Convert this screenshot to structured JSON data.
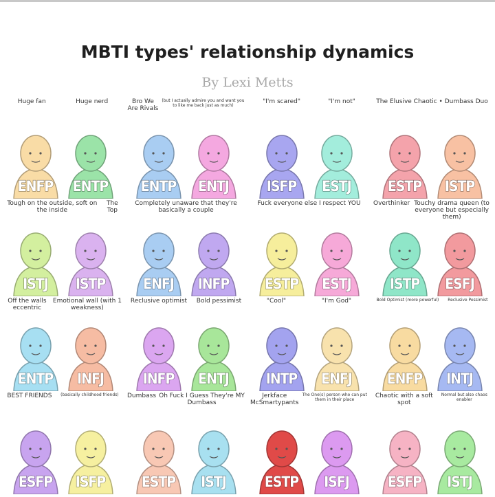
{
  "title": "MBTI types' relationship dynamics",
  "byline": "By Lexi Metts",
  "panels": [
    {
      "captions": [
        {
          "text": "Huge fan"
        },
        {
          "text": "Huge nerd"
        }
      ],
      "characters": [
        {
          "type": "ENFP",
          "color": "#f9dca6"
        },
        {
          "type": "ENTP",
          "color": "#9be3a8"
        }
      ]
    },
    {
      "captions": [
        {
          "text": "Bro We Are Rivals"
        },
        {
          "text": "(but I actually admire you and want you to like me back just as much)",
          "small": true
        }
      ],
      "characters": [
        {
          "type": "ENTP",
          "color": "#a9cdf2"
        },
        {
          "type": "ENTJ",
          "color": "#f4a8e0"
        }
      ]
    },
    {
      "captions": [
        {
          "text": "\"I'm scared\""
        },
        {
          "text": "\"I'm not\""
        }
      ],
      "characters": [
        {
          "type": "ISFP",
          "color": "#a8a6f0"
        },
        {
          "type": "ESTJ",
          "color": "#a3eddc"
        }
      ]
    },
    {
      "captions": [
        {
          "text": "The Elusive Chaotic • Dumbass Duo"
        }
      ],
      "characters": [
        {
          "type": "ESTP",
          "color": "#f4a3ab"
        },
        {
          "type": "ISTP",
          "color": "#f8c1a3"
        }
      ]
    },
    {
      "captions": [
        {
          "text": "Tough on the outside, soft on the inside"
        },
        {
          "text": "The Top"
        }
      ],
      "characters": [
        {
          "type": "ISTJ",
          "color": "#d3ef9f"
        },
        {
          "type": "ISTP",
          "color": "#dab2ef"
        }
      ]
    },
    {
      "captions": [
        {
          "text": "Completely unaware that they're basically a couple"
        }
      ],
      "characters": [
        {
          "type": "ENFJ",
          "color": "#a9cdf2"
        },
        {
          "type": "INFP",
          "color": "#c0a8f0"
        }
      ]
    },
    {
      "captions": [
        {
          "text": "Fuck everyone else I respect YOU"
        }
      ],
      "characters": [
        {
          "type": "ESTP",
          "color": "#f6ee9c"
        },
        {
          "type": "ESTJ",
          "color": "#f6a9d8"
        }
      ]
    },
    {
      "captions": [
        {
          "text": "Overthinker"
        },
        {
          "text": "Touchy drama queen (to everyone but especially them)"
        }
      ],
      "characters": [
        {
          "type": "ISTP",
          "color": "#8fe6c8"
        },
        {
          "type": "ESFJ",
          "color": "#f29a9e"
        }
      ]
    },
    {
      "captions": [
        {
          "text": "Off the walls eccentric"
        },
        {
          "text": "Emotional wall (with 1 weakness)"
        }
      ],
      "characters": [
        {
          "type": "ENTP",
          "color": "#a7dff2"
        },
        {
          "type": "INFJ",
          "color": "#f6bca3"
        }
      ]
    },
    {
      "captions": [
        {
          "text": "Reclusive optimist"
        },
        {
          "text": "Bold pessimist"
        }
      ],
      "characters": [
        {
          "type": "INFP",
          "color": "#dba6f0"
        },
        {
          "type": "ENTJ",
          "color": "#a8e69a"
        }
      ]
    },
    {
      "captions": [
        {
          "text": "\"Cool\""
        },
        {
          "text": "\"I'm God\""
        }
      ],
      "characters": [
        {
          "type": "INTP",
          "color": "#a3a3ef"
        },
        {
          "type": "ENFJ",
          "color": "#f8e2ad"
        }
      ]
    },
    {
      "captions": [
        {
          "text": "Bold Optimist (more powerful)",
          "small": true
        },
        {
          "text": "Reclusive Pessimist",
          "small": true
        }
      ],
      "characters": [
        {
          "type": "ENFP",
          "color": "#f8dba1"
        },
        {
          "type": "INTJ",
          "color": "#a6b9f2"
        }
      ]
    },
    {
      "captions": [
        {
          "text": "BEST FRIENDS"
        },
        {
          "text": "(basically childhood friends)",
          "small": true
        }
      ],
      "characters": [
        {
          "type": "ESFP",
          "color": "#c8a4ef"
        },
        {
          "type": "ISFP",
          "color": "#f6f0a0"
        }
      ]
    },
    {
      "captions": [
        {
          "text": "Dumbass"
        },
        {
          "text": "Oh Fuck I Guess They're MY Dumbass"
        }
      ],
      "characters": [
        {
          "type": "ESTP",
          "color": "#f8c8b4"
        },
        {
          "type": "ISTJ",
          "color": "#a8e0f0"
        }
      ]
    },
    {
      "captions": [
        {
          "text": "Jerkface McSmartypants"
        },
        {
          "text": "The One(s) person who can put them in their place",
          "small": true
        }
      ],
      "characters": [
        {
          "type": "ESTP",
          "color": "#e04a48"
        },
        {
          "type": "ISFJ",
          "color": "#dc9af0"
        }
      ]
    },
    {
      "captions": [
        {
          "text": "Chaotic with a soft spot"
        },
        {
          "text": "Normal but also chaos enabler",
          "small": true
        }
      ],
      "characters": [
        {
          "type": "ESFP",
          "color": "#f6b3c4"
        },
        {
          "type": "ISTJ",
          "color": "#a8eaa0"
        }
      ]
    }
  ]
}
